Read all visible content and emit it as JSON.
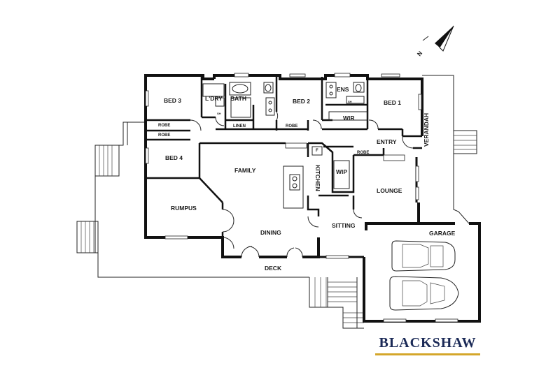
{
  "rooms": {
    "bed3": "BED 3",
    "ldry": "L'DRY",
    "bath": "BATH",
    "bed2": "BED 2",
    "ens": "ENS",
    "bed1": "BED 1",
    "wir": "WIR",
    "linen": "LINEN",
    "robe_bed3": "ROBE",
    "robe_bed4": "ROBE",
    "robe_bed2": "ROBE",
    "robe_entry": "ROBE",
    "entry": "ENTRY",
    "verandah": "VERANDAH",
    "bed4": "BED 4",
    "family": "FAMILY",
    "kitchen": "KITCHEN",
    "wip": "WIP",
    "fridge": "F",
    "lounge": "LOUNGE",
    "rumpus": "RUMPUS",
    "dining": "DINING",
    "sitting": "SITTING",
    "garage": "GARAGE",
    "deck": "DECK"
  },
  "fixtures": {
    "shower_bath": "SH",
    "shower_ens": "SH"
  },
  "compass": {
    "label": "N"
  },
  "brand": {
    "name": "BLACKSHAW",
    "accent_color": "#d4a62a",
    "text_color": "#1b2a57"
  }
}
